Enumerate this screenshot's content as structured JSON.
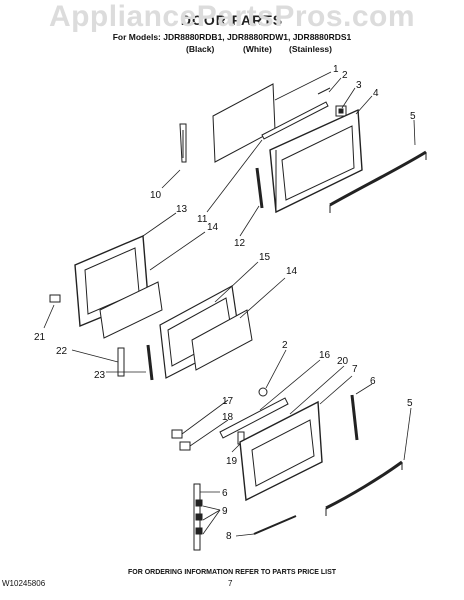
{
  "watermark": "AppliancePartsPros.com",
  "title": "DOOR PARTS",
  "models_line": "For Models: JDR8880RDB1, JDR8880RDW1, JDR8880RDS1",
  "variants": [
    "(Black)",
    "(White)",
    "(Stainless)"
  ],
  "callouts": [
    "1",
    "2",
    "3",
    "4",
    "5",
    "10",
    "11",
    "12",
    "13",
    "14",
    "21",
    "22",
    "23",
    "15",
    "14",
    "2",
    "16",
    "20",
    "7",
    "6",
    "17",
    "18",
    "19",
    "5",
    "6",
    "9",
    "8"
  ],
  "footer": "FOR ORDERING INFORMATION REFER TO PARTS PRICE LIST",
  "document_number": "W10245806",
  "page_number": "7"
}
